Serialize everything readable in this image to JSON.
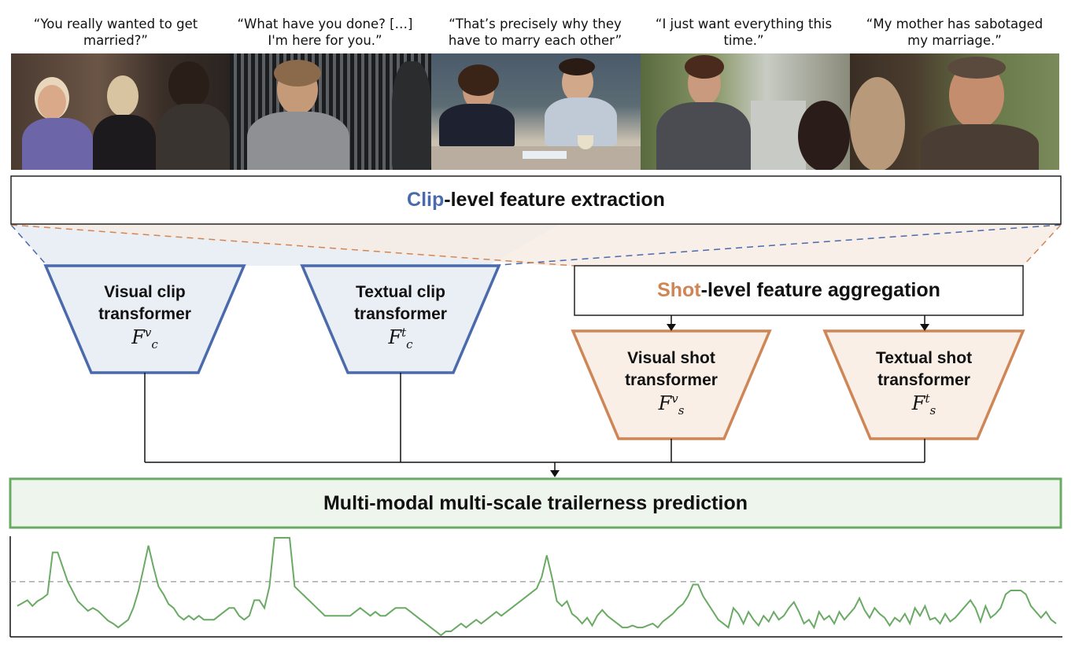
{
  "captions": [
    {
      "line1": "“You really wanted to get",
      "line2": "married?”"
    },
    {
      "line1": "“What have you done? […]",
      "line2": "I'm here for you.”"
    },
    {
      "line1": "“That’s precisely why they",
      "line2": "have to marry each other”"
    },
    {
      "line1": "“I just want everything this",
      "line2": "time.”"
    },
    {
      "line1": "“My mother has sabotaged",
      "line2": "my marriage.”"
    }
  ],
  "clip_box": {
    "accent": "Clip",
    "rest": "-level feature extraction"
  },
  "shot_box": {
    "accent": "Shot",
    "rest": "-level feature aggregation"
  },
  "prediction_box": {
    "label": "Multi-modal multi-scale trailerness prediction"
  },
  "transformers": [
    {
      "line1": "Visual clip",
      "line2": "transformer",
      "symbol": "F",
      "sup": "v",
      "sub": "c"
    },
    {
      "line1": "Textual clip",
      "line2": "transformer",
      "symbol": "F",
      "sup": "t",
      "sub": "c"
    },
    {
      "line1": "Visual shot",
      "line2": "transformer",
      "symbol": "F",
      "sup": "v",
      "sub": "s"
    },
    {
      "line1": "Textual shot",
      "line2": "transformer",
      "symbol": "F",
      "sup": "t",
      "sub": "s"
    }
  ],
  "colors": {
    "blue": "#4a6aac",
    "orange": "#cf8656",
    "green": "#6aaa64",
    "blue_fill": "#eaeef5",
    "orange_fill": "#faefe6",
    "green_fill": "#eef5ec"
  },
  "chart_data": {
    "type": "line",
    "title": "",
    "xlabel": "",
    "ylabel": "",
    "threshold": 0.55,
    "ylim": [
      0,
      1
    ],
    "values": [
      0.3,
      0.33,
      0.36,
      0.3,
      0.35,
      0.38,
      0.42,
      0.85,
      0.85,
      0.7,
      0.55,
      0.45,
      0.35,
      0.3,
      0.25,
      0.28,
      0.25,
      0.2,
      0.15,
      0.12,
      0.08,
      0.12,
      0.16,
      0.28,
      0.45,
      0.68,
      0.92,
      0.7,
      0.5,
      0.42,
      0.32,
      0.28,
      0.2,
      0.16,
      0.2,
      0.16,
      0.2,
      0.16,
      0.16,
      0.16,
      0.2,
      0.24,
      0.28,
      0.28,
      0.2,
      0.16,
      0.2,
      0.36,
      0.36,
      0.28,
      0.5,
      1.0,
      1.0,
      1.0,
      1.0,
      0.5,
      0.45,
      0.4,
      0.35,
      0.3,
      0.25,
      0.2,
      0.2,
      0.2,
      0.2,
      0.2,
      0.2,
      0.24,
      0.28,
      0.24,
      0.2,
      0.24,
      0.2,
      0.2,
      0.24,
      0.28,
      0.28,
      0.28,
      0.24,
      0.2,
      0.16,
      0.12,
      0.08,
      0.04,
      0.0,
      0.04,
      0.04,
      0.08,
      0.12,
      0.08,
      0.12,
      0.16,
      0.12,
      0.16,
      0.2,
      0.24,
      0.2,
      0.24,
      0.28,
      0.32,
      0.36,
      0.4,
      0.44,
      0.48,
      0.6,
      0.82,
      0.6,
      0.35,
      0.3,
      0.35,
      0.22,
      0.18,
      0.12,
      0.18,
      0.1,
      0.2,
      0.26,
      0.2,
      0.16,
      0.12,
      0.08,
      0.08,
      0.1,
      0.08,
      0.08,
      0.1,
      0.12,
      0.08,
      0.14,
      0.18,
      0.22,
      0.28,
      0.32,
      0.4,
      0.52,
      0.52,
      0.4,
      0.32,
      0.24,
      0.16,
      0.12,
      0.08,
      0.28,
      0.22,
      0.12,
      0.24,
      0.16,
      0.1,
      0.2,
      0.14,
      0.24,
      0.16,
      0.2,
      0.28,
      0.34,
      0.24,
      0.12,
      0.16,
      0.08,
      0.24,
      0.16,
      0.2,
      0.12,
      0.24,
      0.16,
      0.22,
      0.28,
      0.38,
      0.26,
      0.18,
      0.28,
      0.22,
      0.18,
      0.1,
      0.18,
      0.14,
      0.22,
      0.12,
      0.28,
      0.2,
      0.3,
      0.16,
      0.18,
      0.12,
      0.22,
      0.14,
      0.18,
      0.24,
      0.3,
      0.36,
      0.28,
      0.14,
      0.3,
      0.18,
      0.22,
      0.28,
      0.42,
      0.46,
      0.46,
      0.46,
      0.42,
      0.3,
      0.24,
      0.18,
      0.24,
      0.16,
      0.12
    ]
  }
}
